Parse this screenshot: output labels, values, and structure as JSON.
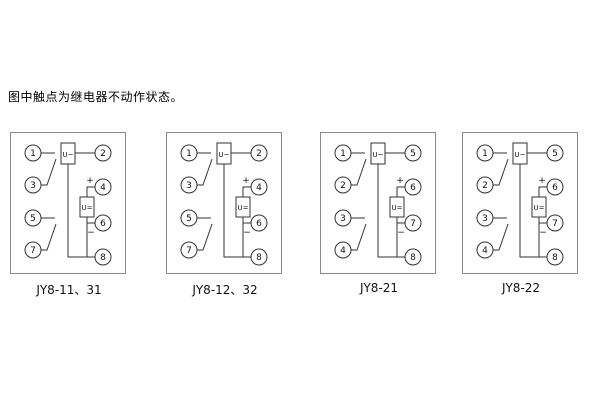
{
  "note": "图中触点为继电器不动作状态。",
  "components": {
    "ac_label": "U~",
    "dc_label": "U=",
    "plus": "+",
    "minus": "−"
  },
  "colors": {
    "line": "#333333",
    "frame": "#8a8a8a",
    "background": "#ffffff"
  },
  "diagrams": [
    {
      "label": "JY8-11、31",
      "left": [
        "1",
        "3",
        "5",
        "7"
      ],
      "right": [
        "2",
        "4",
        "6",
        "8"
      ]
    },
    {
      "label": "JY8-12、32",
      "left": [
        "1",
        "3",
        "5",
        "7"
      ],
      "right": [
        "2",
        "4",
        "6",
        "8"
      ]
    },
    {
      "label": "JY8-21",
      "left": [
        "1",
        "2",
        "3",
        "4"
      ],
      "right": [
        "5",
        "6",
        "7",
        "8"
      ]
    },
    {
      "label": "JY8-22",
      "left": [
        "1",
        "2",
        "3",
        "4"
      ],
      "right": [
        "5",
        "6",
        "7",
        "8"
      ]
    }
  ]
}
